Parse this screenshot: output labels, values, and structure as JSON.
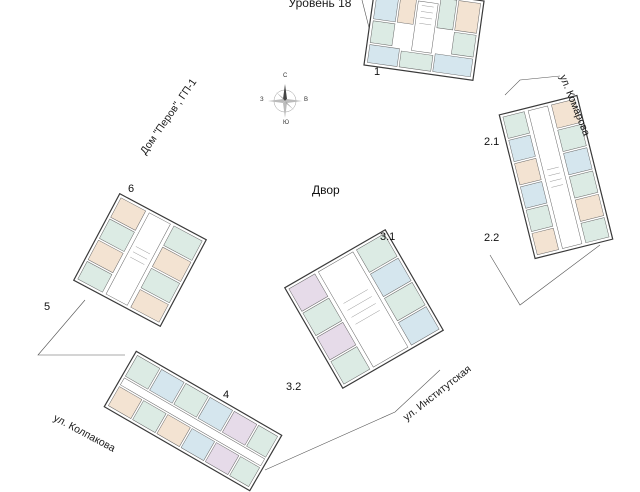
{
  "header": {
    "level_label": "Уровень 18"
  },
  "compass": {
    "north": "С",
    "south": "Ю",
    "west": "З",
    "east": "В"
  },
  "courtyard_label": "Двор",
  "section_labels": {
    "s1": "1",
    "s2_1": "2.1",
    "s2_2": "2.2",
    "s3_1": "3.1",
    "s3_2": "3.2",
    "s4": "4",
    "s5": "5",
    "s6": "6"
  },
  "street_labels": {
    "komarova": "ул. Комарова",
    "institutskaya": "ул. Институтская",
    "kolpakova": "ул. Колпакова",
    "house": "Дом \"Перов\", ГП-1"
  },
  "colors": {
    "apt_green": "#dcebe4",
    "apt_blue": "#d5e6ee",
    "apt_orange": "#f3e3d2",
    "apt_purple": "#e6dbe9",
    "corridor": "#ffffff",
    "wall": "#3a3a3a"
  }
}
